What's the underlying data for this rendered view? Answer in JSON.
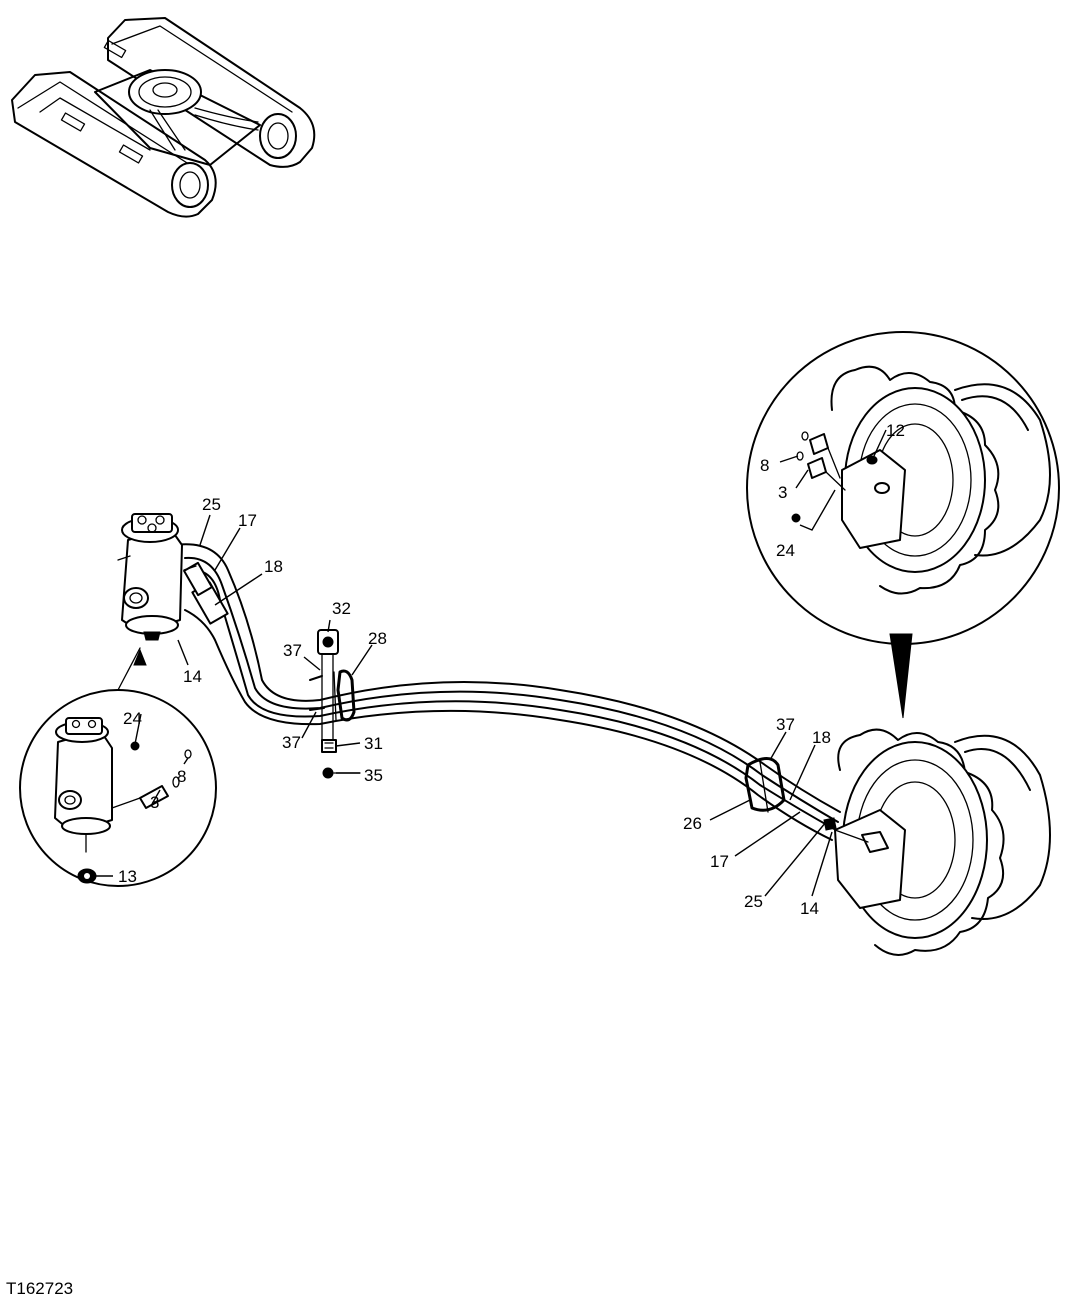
{
  "figure_id": "T162723",
  "callouts": [
    {
      "id": "c25a",
      "label": "25"
    },
    {
      "id": "c17a",
      "label": "17"
    },
    {
      "id": "c18a",
      "label": "18"
    },
    {
      "id": "c14a",
      "label": "14"
    },
    {
      "id": "c32",
      "label": "32"
    },
    {
      "id": "c28",
      "label": "28"
    },
    {
      "id": "c37a",
      "label": "37"
    },
    {
      "id": "c37b",
      "label": "37"
    },
    {
      "id": "c31",
      "label": "31"
    },
    {
      "id": "c35",
      "label": "35"
    },
    {
      "id": "c24a",
      "label": "24"
    },
    {
      "id": "c8a",
      "label": "8"
    },
    {
      "id": "c3a",
      "label": "3"
    },
    {
      "id": "c13",
      "label": "13"
    },
    {
      "id": "c12",
      "label": "12"
    },
    {
      "id": "c8b",
      "label": "8"
    },
    {
      "id": "c3b",
      "label": "3"
    },
    {
      "id": "c24b",
      "label": "24"
    },
    {
      "id": "c37c",
      "label": "37"
    },
    {
      "id": "c18b",
      "label": "18"
    },
    {
      "id": "c26",
      "label": "26"
    },
    {
      "id": "c17b",
      "label": "17"
    },
    {
      "id": "c25b",
      "label": "25"
    },
    {
      "id": "c14b",
      "label": "14"
    }
  ]
}
